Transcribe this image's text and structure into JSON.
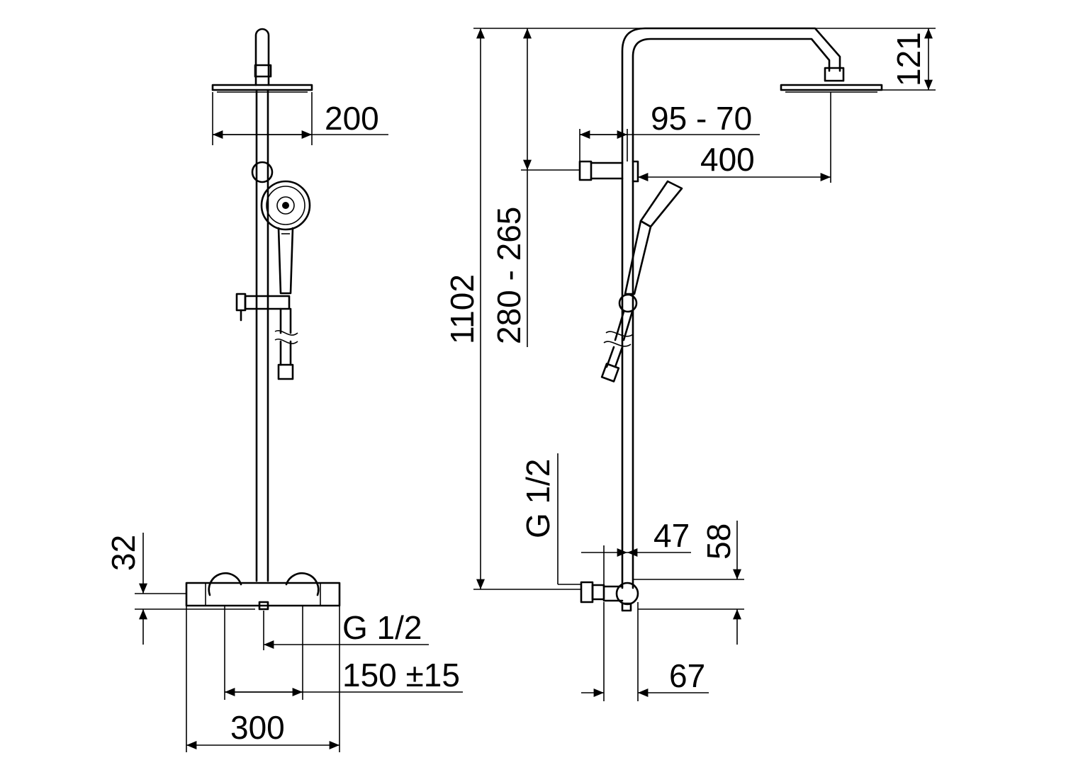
{
  "drawing": {
    "front_view": {
      "head_width": "200",
      "height_32": "32",
      "inlet": "G 1/2",
      "inlet_spacing": "150 ±15",
      "body_width": "300"
    },
    "side_view": {
      "total_height": "1102",
      "holder_range": "280 - 265",
      "arm_height": "121",
      "wall_distance": "95 - 70",
      "arm_reach": "400",
      "inlet": "G 1/2",
      "dim_47": "47",
      "dim_58": "58",
      "dim_67": "67"
    }
  }
}
